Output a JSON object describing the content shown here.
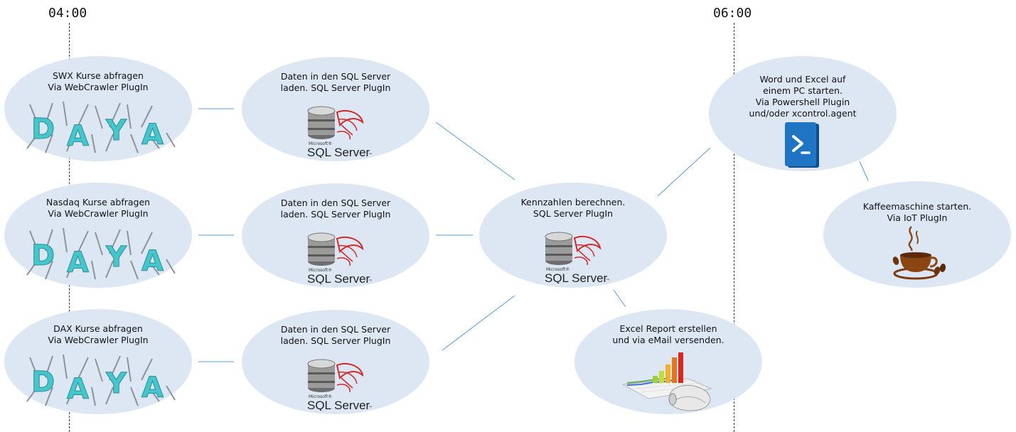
{
  "timeline": {
    "start": "04:00",
    "end": "06:00"
  },
  "nodes": {
    "swx": {
      "lines": [
        "SWX Kurse abfragen",
        "Via WebCrawler PlugIn"
      ],
      "icon": "spider-logo-icon"
    },
    "nasdaq": {
      "lines": [
        "Nasdaq Kurse abfragen",
        "Via WebCrawler PlugIn"
      ],
      "icon": "spider-logo-icon"
    },
    "dax": {
      "lines": [
        "DAX Kurse abfragen",
        "Via WebCrawler PlugIn"
      ],
      "icon": "spider-logo-icon"
    },
    "load1": {
      "lines": [
        "Daten in den SQL Server",
        "laden. SQL Server PlugIn"
      ],
      "icon": "sql-server-icon"
    },
    "load2": {
      "lines": [
        "Daten in den SQL Server",
        "laden. SQL Server PlugIn"
      ],
      "icon": "sql-server-icon"
    },
    "load3": {
      "lines": [
        "Daten in den SQL Server",
        "laden. SQL Server PlugIn"
      ],
      "icon": "sql-server-icon"
    },
    "calc": {
      "lines": [
        "Kennzahlen berechnen.",
        "SQL Server PlugIn"
      ],
      "icon": "sql-server-icon"
    },
    "report": {
      "lines": [
        "Excel Report erstellen",
        "und via eMail versenden."
      ],
      "icon": "excel-report-icon"
    },
    "office": {
      "lines": [
        "Word und Excel auf",
        "einem PC starten.",
        "Via Powershell Plugin",
        "und/oder xcontrol.agent"
      ],
      "icon": "powershell-icon"
    },
    "coffee": {
      "lines": [
        "Kaffeemaschine starten.",
        "Via IoT PlugIn"
      ],
      "icon": "coffee-cup-icon"
    }
  },
  "sql_logo": {
    "small": "Microsoft®",
    "big": "SQL Server",
    "mark": "™"
  },
  "spider_logo": {
    "letters": [
      "D",
      "A",
      "Y",
      "A"
    ]
  },
  "colors": {
    "node_fill": "#dde7f4",
    "connector": "#5b9bd5",
    "timeline": "#333333"
  }
}
